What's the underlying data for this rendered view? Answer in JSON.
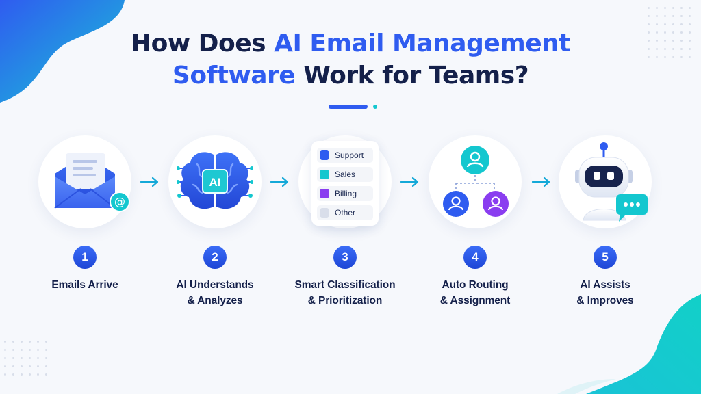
{
  "title": {
    "line1_a": "How Does ",
    "line1_b": "AI Email Management",
    "line2_a": "Software",
    "line2_b": " Work for Teams?"
  },
  "steps": [
    {
      "number": "1",
      "label_1": "Emails Arrive",
      "label_2": ""
    },
    {
      "number": "2",
      "label_1": "AI Understands",
      "label_2": "& Analyzes",
      "chip": "AI"
    },
    {
      "number": "3",
      "label_1": "Smart Classification",
      "label_2": "& Prioritization"
    },
    {
      "number": "4",
      "label_1": "Auto Routing",
      "label_2": "& Assignment"
    },
    {
      "number": "5",
      "label_1": "AI Assists",
      "label_2": "& Improves"
    }
  ],
  "categories": [
    {
      "label": "Support",
      "color": "#2f5cf0"
    },
    {
      "label": "Sales",
      "color": "#14c7cf"
    },
    {
      "label": "Billing",
      "color": "#8a3df0"
    },
    {
      "label": "Other",
      "color": "#d9deea"
    }
  ],
  "email_badge": "@",
  "colors": {
    "primary": "#2f5cf0",
    "accent": "#14c7cf",
    "purple": "#8a3df0",
    "dark": "#14204a"
  }
}
